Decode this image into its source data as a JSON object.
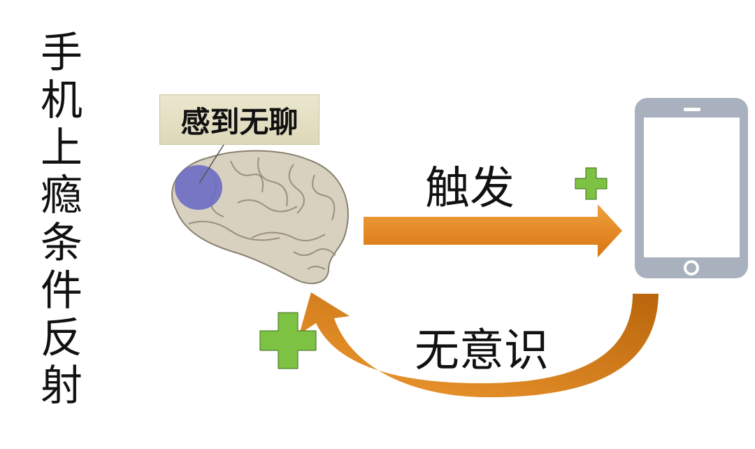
{
  "title_chars": [
    "手",
    "机",
    "上",
    "瘾",
    "条",
    "件",
    "反",
    "射"
  ],
  "brain_label": "感到无聊",
  "trigger_label": "触发",
  "unconscious_label": "无意识",
  "colors": {
    "arrow": "#e08418",
    "curve_arrow": "#c46e10",
    "plus": "#7dc242",
    "phone": "#a8b1bd",
    "brain": "#d8d1c0",
    "highlight": "#6b6bc4"
  }
}
